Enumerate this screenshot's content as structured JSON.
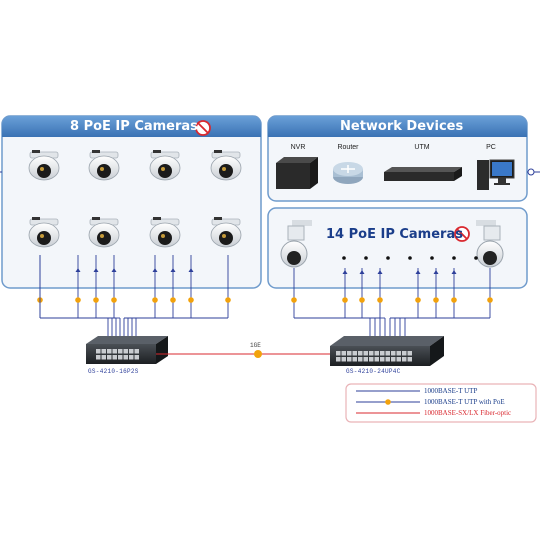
{
  "cameras_panel": {
    "title": "8 PoE IP Cameras",
    "camera_count": 8
  },
  "network_panel": {
    "title": "Network Devices",
    "devices": [
      {
        "label": "NVR",
        "icon": "nvr-icon"
      },
      {
        "label": "Router",
        "icon": "router-icon"
      },
      {
        "label": "UTM",
        "icon": "utm-icon"
      },
      {
        "label": "PC",
        "icon": "pc-icon"
      }
    ]
  },
  "ptz_panel": {
    "title": "14 PoE IP Cameras",
    "ptz_count": 2,
    "dot_count": 7
  },
  "switch_left": {
    "model": "GS-4210-16P2S"
  },
  "switch_right": {
    "model": "GS-4210-24UP4C"
  },
  "link_label": "1GE",
  "legend": [
    {
      "label": "1000BASE-T UTP",
      "color": "#2d3f9a",
      "poe": false
    },
    {
      "label": "1000BASE-T UTP with PoE",
      "color": "#2d3f9a",
      "poe": true
    },
    {
      "label": "1000BASE-SX/LX Fiber-optic",
      "color": "#d9282f",
      "poe": false
    }
  ],
  "colors": {
    "panel_header": "#4a84c4",
    "utp_line": "#2d3f9a",
    "poe_dot": "#f2a20c",
    "fiber_line": "#d9282f"
  }
}
